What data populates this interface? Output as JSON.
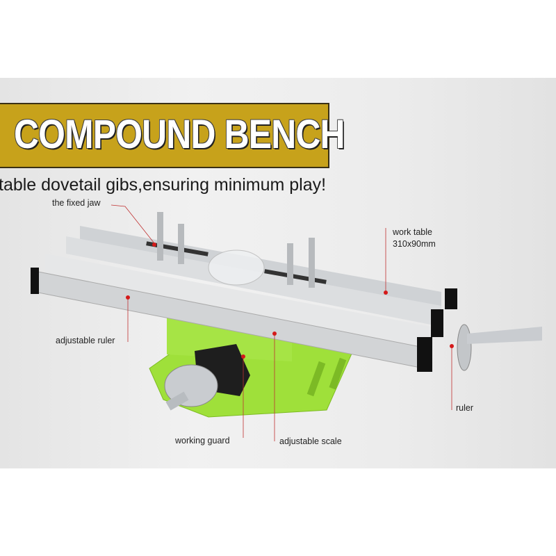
{
  "banner": {
    "title": "COMPOUND BENCH",
    "color": "#c7a21b"
  },
  "subtitle": "table dovetail gibs,ensuring minimum play!",
  "callouts": {
    "fixed_jaw": "the fixed jaw",
    "work_table": "work table",
    "work_table_size": "310x90mm",
    "adjustable_ruler": "adjustable ruler",
    "ruler": "ruler",
    "working_guard": "working guard",
    "adjustable_scale": "adjustable scale"
  },
  "colors": {
    "base": "#9fe03a",
    "table": "#d8dadc",
    "marker": "#d41a1a"
  }
}
